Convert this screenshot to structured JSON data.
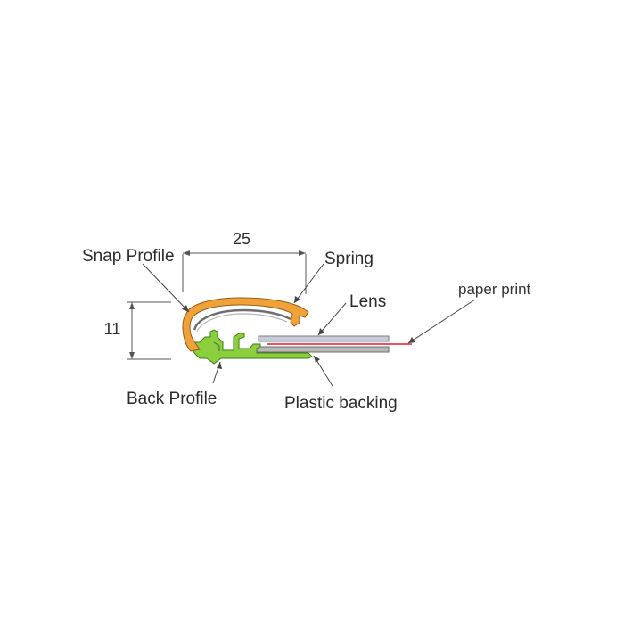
{
  "labels": {
    "snap_profile": "Snap Profile",
    "spring": "Spring",
    "lens": "Lens",
    "paper_print": "paper print",
    "back_profile": "Back Profile",
    "plastic_backing": "Plastic backing"
  },
  "dimensions": {
    "width": "25",
    "height": "11"
  },
  "colors": {
    "snap_profile": "#f0a23a",
    "back_profile": "#8ccf3c",
    "lens": "#c8ccd8",
    "backing": "#b8b8b8",
    "paper_print": "#e8182a",
    "leader_line": "#444444"
  }
}
